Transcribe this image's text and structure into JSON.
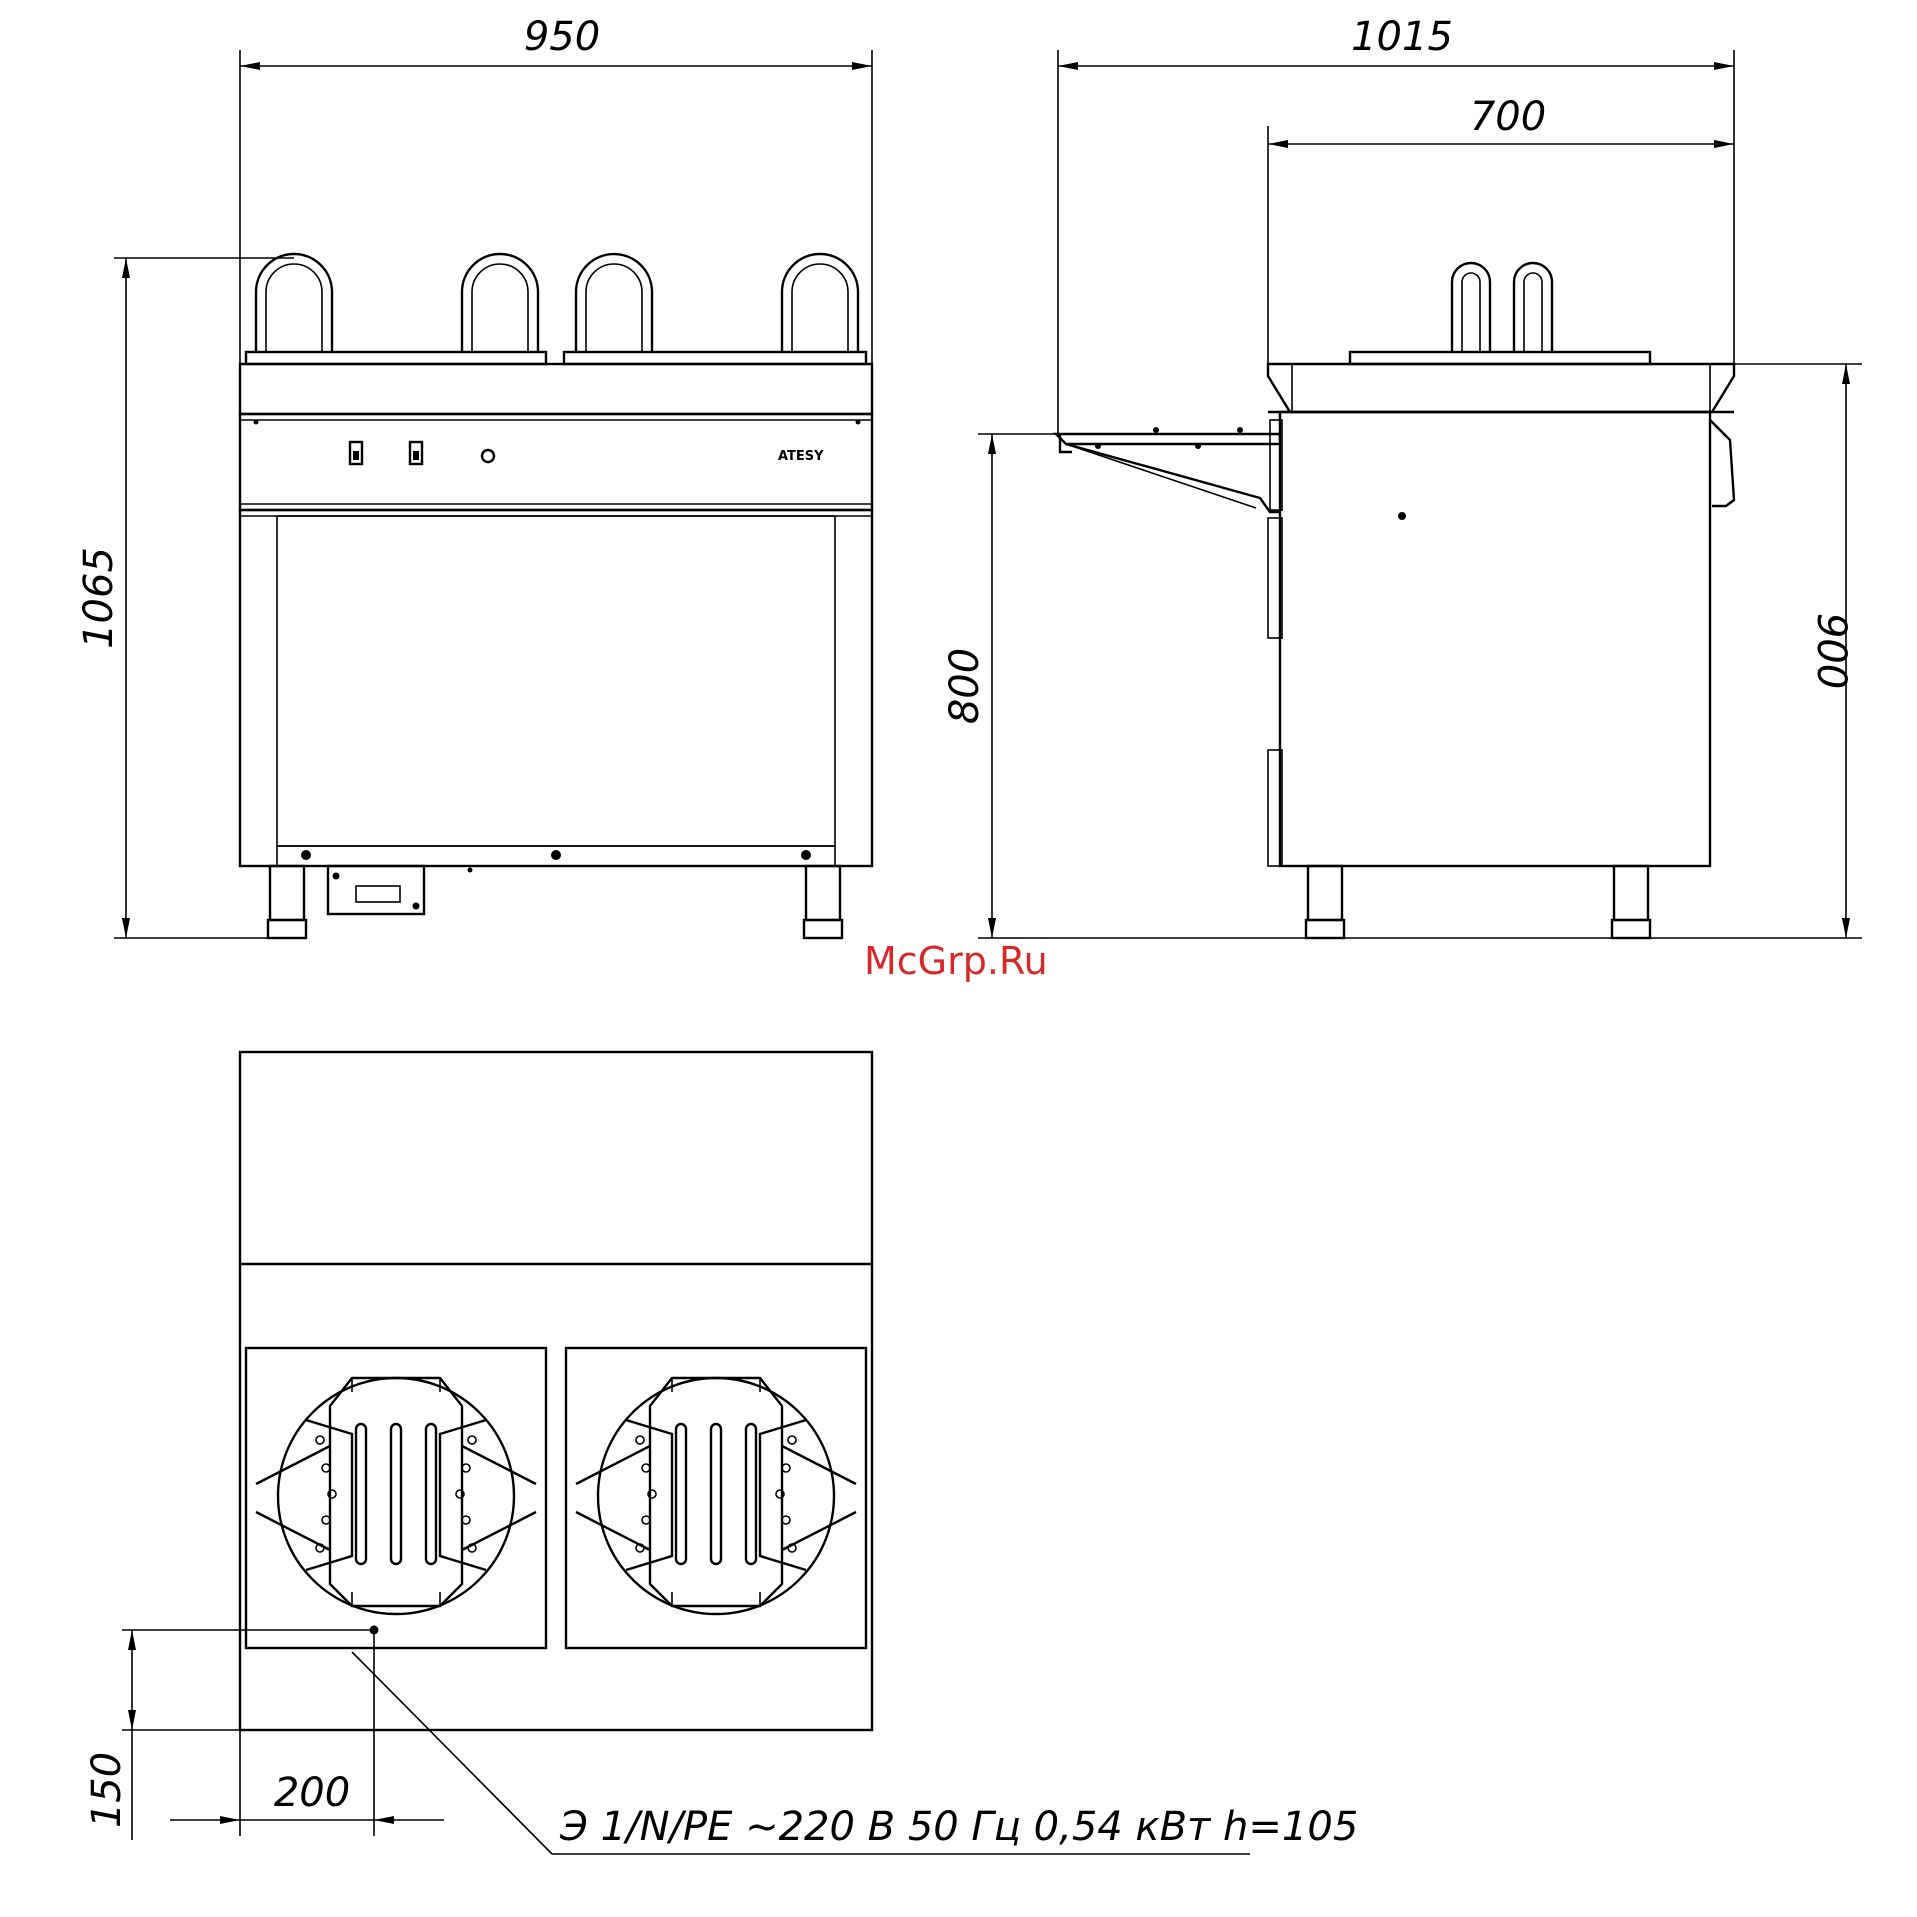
{
  "dimensions": {
    "front_width": "950",
    "front_height": "1065",
    "side_depth_total": "1015",
    "side_depth_body": "700",
    "side_height_body": "900",
    "side_height_shelf": "800",
    "plan_offset_x": "200",
    "plan_offset_y": "150"
  },
  "labels": {
    "brand": "ATESY",
    "connection_note": "Э 1/N/PE ~220 В 50 Гц 0,54 кВт h=105"
  },
  "watermark": "McGrp.Ru"
}
